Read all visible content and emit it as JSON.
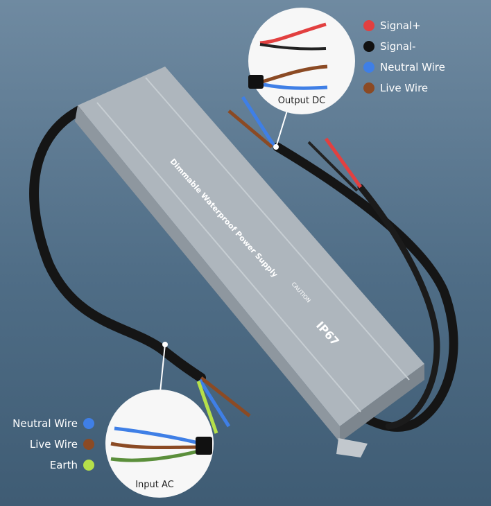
{
  "output_legend": [
    {
      "label": "Signal+",
      "color": "#e24040"
    },
    {
      "label": "Signal-",
      "color": "#111111"
    },
    {
      "label": "Neutral Wire",
      "color": "#3f7fe6"
    },
    {
      "label": "Live Wire",
      "color": "#8b4a24"
    }
  ],
  "input_legend": [
    {
      "label": "Neutral Wire",
      "color": "#3f7fe6"
    },
    {
      "label": "Live Wire",
      "color": "#8b4a24"
    },
    {
      "label": "Earth",
      "color": "#b6e04a"
    }
  ],
  "callouts": {
    "output": "Output DC",
    "input": "Input AC"
  },
  "device": {
    "title": "Dimmable Waterproof Power Supply",
    "rating": "IP67",
    "caution": "CAUTION"
  }
}
